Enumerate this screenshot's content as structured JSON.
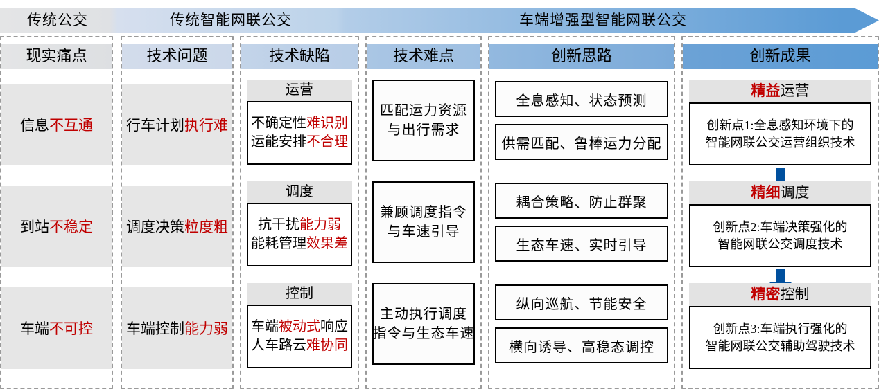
{
  "banner": {
    "segments": [
      {
        "label": "传统公交"
      },
      {
        "label": "传统智能网联公交"
      },
      {
        "label": "车端增强型智能网联公交"
      }
    ],
    "arrow_color": "#5b9bd5",
    "gradient_from": "#e4e5e6",
    "gradient_to": "#5b9bd5"
  },
  "accent_color": "#c00000",
  "arrow_down_color": "#00509e",
  "columns": [
    {
      "id": "pain-points",
      "header": "现实痛点"
    },
    {
      "id": "tech-problems",
      "header": "技术问题"
    },
    {
      "id": "tech-defects",
      "header": "技术缺陷"
    },
    {
      "id": "tech-difficulties",
      "header": "技术难点"
    },
    {
      "id": "innovation-ideas",
      "header": "创新思路"
    },
    {
      "id": "innovation-results",
      "header": "创新成果"
    }
  ],
  "pain_points": [
    {
      "plain": "信息",
      "red": "不互通"
    },
    {
      "plain": "到站",
      "red": "不稳定"
    },
    {
      "plain": "车端",
      "red": "不可控"
    }
  ],
  "tech_problems": [
    {
      "plain": "行车计划",
      "red": "执行难"
    },
    {
      "plain": "调度决策",
      "red": "粒度粗"
    },
    {
      "plain": "车端控制",
      "red": "能力弱"
    }
  ],
  "tech_defects": [
    {
      "title": "运营",
      "lines": [
        {
          "plain": "不确定性",
          "red": "难识别"
        },
        {
          "plain": "运能安排",
          "red": "不合理"
        }
      ]
    },
    {
      "title": "调度",
      "lines": [
        {
          "plain": "抗干扰",
          "red": "能力弱"
        },
        {
          "plain": "能耗管理",
          "red": "效果差"
        }
      ]
    },
    {
      "title": "控制",
      "lines": [
        {
          "pre": "车端",
          "red": "被动式",
          "post": "响应"
        },
        {
          "pre": "人车路云",
          "red": "难协同",
          "post": ""
        }
      ]
    }
  ],
  "tech_difficulties": [
    {
      "line1": "匹配运力资源",
      "line2": "与出行需求"
    },
    {
      "line1": "兼顾调度指令",
      "line2": "与车速引导"
    },
    {
      "line1": "主动执行调度",
      "line2": "指令与生态车速"
    }
  ],
  "innovation_ideas": [
    {
      "a": "全息感知、状态预测",
      "b": "供需匹配、鲁棒运力分配"
    },
    {
      "a": "耦合策略、防止群聚",
      "b": "生态车速、实时引导"
    },
    {
      "a": "纵向巡航、节能安全",
      "b": "横向诱导、高稳态调控"
    }
  ],
  "innovation_results": [
    {
      "title_red": "精益",
      "title_plain": "运营",
      "line1": "创新点1:全息感知环境下的",
      "line2": "智能网联公交运营组织技术"
    },
    {
      "title_red": "精细",
      "title_plain": "调度",
      "line1": "创新点2:车端决策强化的",
      "line2": "智能网联公交调度技术"
    },
    {
      "title_red": "精密",
      "title_plain": "控制",
      "line1": "创新点3:车端执行强化的",
      "line2": "智能网联公交辅助驾驶技术"
    }
  ]
}
